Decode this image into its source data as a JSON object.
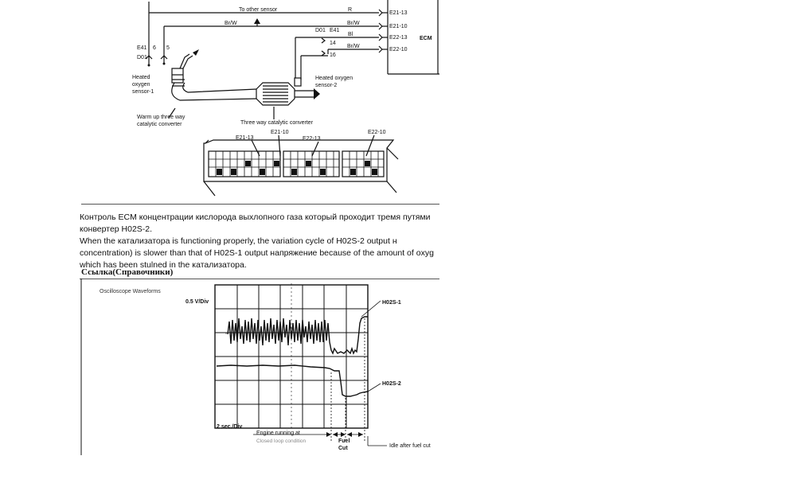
{
  "diagram": {
    "ecm": {
      "label": "ECM",
      "pins": [
        "E21-13",
        "E21-10",
        "E22-13",
        "E22-10"
      ]
    },
    "wires": {
      "r": "R",
      "brw_top": "Br/W",
      "bl": "Bl",
      "brw_bottom": "Br/W",
      "to_other_sensor": "To other sensor",
      "d01": "D01",
      "e41_right": "E41",
      "pin14": "14",
      "pin16": "16",
      "e41_left": "E41",
      "d01_left": "D01",
      "pin6": "6",
      "pin5": "5"
    },
    "components": {
      "sensor1": [
        "Heated",
        "oxygen",
        "sensor-1"
      ],
      "sensor2": [
        "Heated oxygen",
        "sensor-2"
      ],
      "warmup_cat": [
        "Warm up three way",
        "catalytic converter"
      ],
      "three_way_cat": "Three way catalytic converter"
    },
    "connector_pins": [
      "E21-13",
      "E21-10",
      "E22-13",
      "E22-10"
    ]
  },
  "text": {
    "para1_line1": " Контроль ECM концентрации кислорода выхлопного газа который проходит тремя путями",
    "para1_line2": "конвертер H02S-2.",
    "para2_line1": "When the катализатора is functioning properly, the variation cycle of H02S-2 output н",
    "para2_line2": "concentration) is slower than that of H02S-1 output напряжение because of the amount of oxyg",
    "para2_line3": "which has been stulned in the катализатора.",
    "heading": "Ссылка(Справочники)"
  },
  "oscilloscope": {
    "title": "Oscilloscope Waveforms",
    "y_scale": "0.5 V/Div",
    "x_scale": "2 sec./Div",
    "trace1": "H02S-1",
    "trace2": "H02S-2",
    "phase_engine": "Engine running at",
    "phase_closed": "Closed loop condition",
    "phase_fuel_cut": [
      "Fuel",
      "Cut"
    ],
    "phase_idle": "Idle after fuel cut"
  }
}
